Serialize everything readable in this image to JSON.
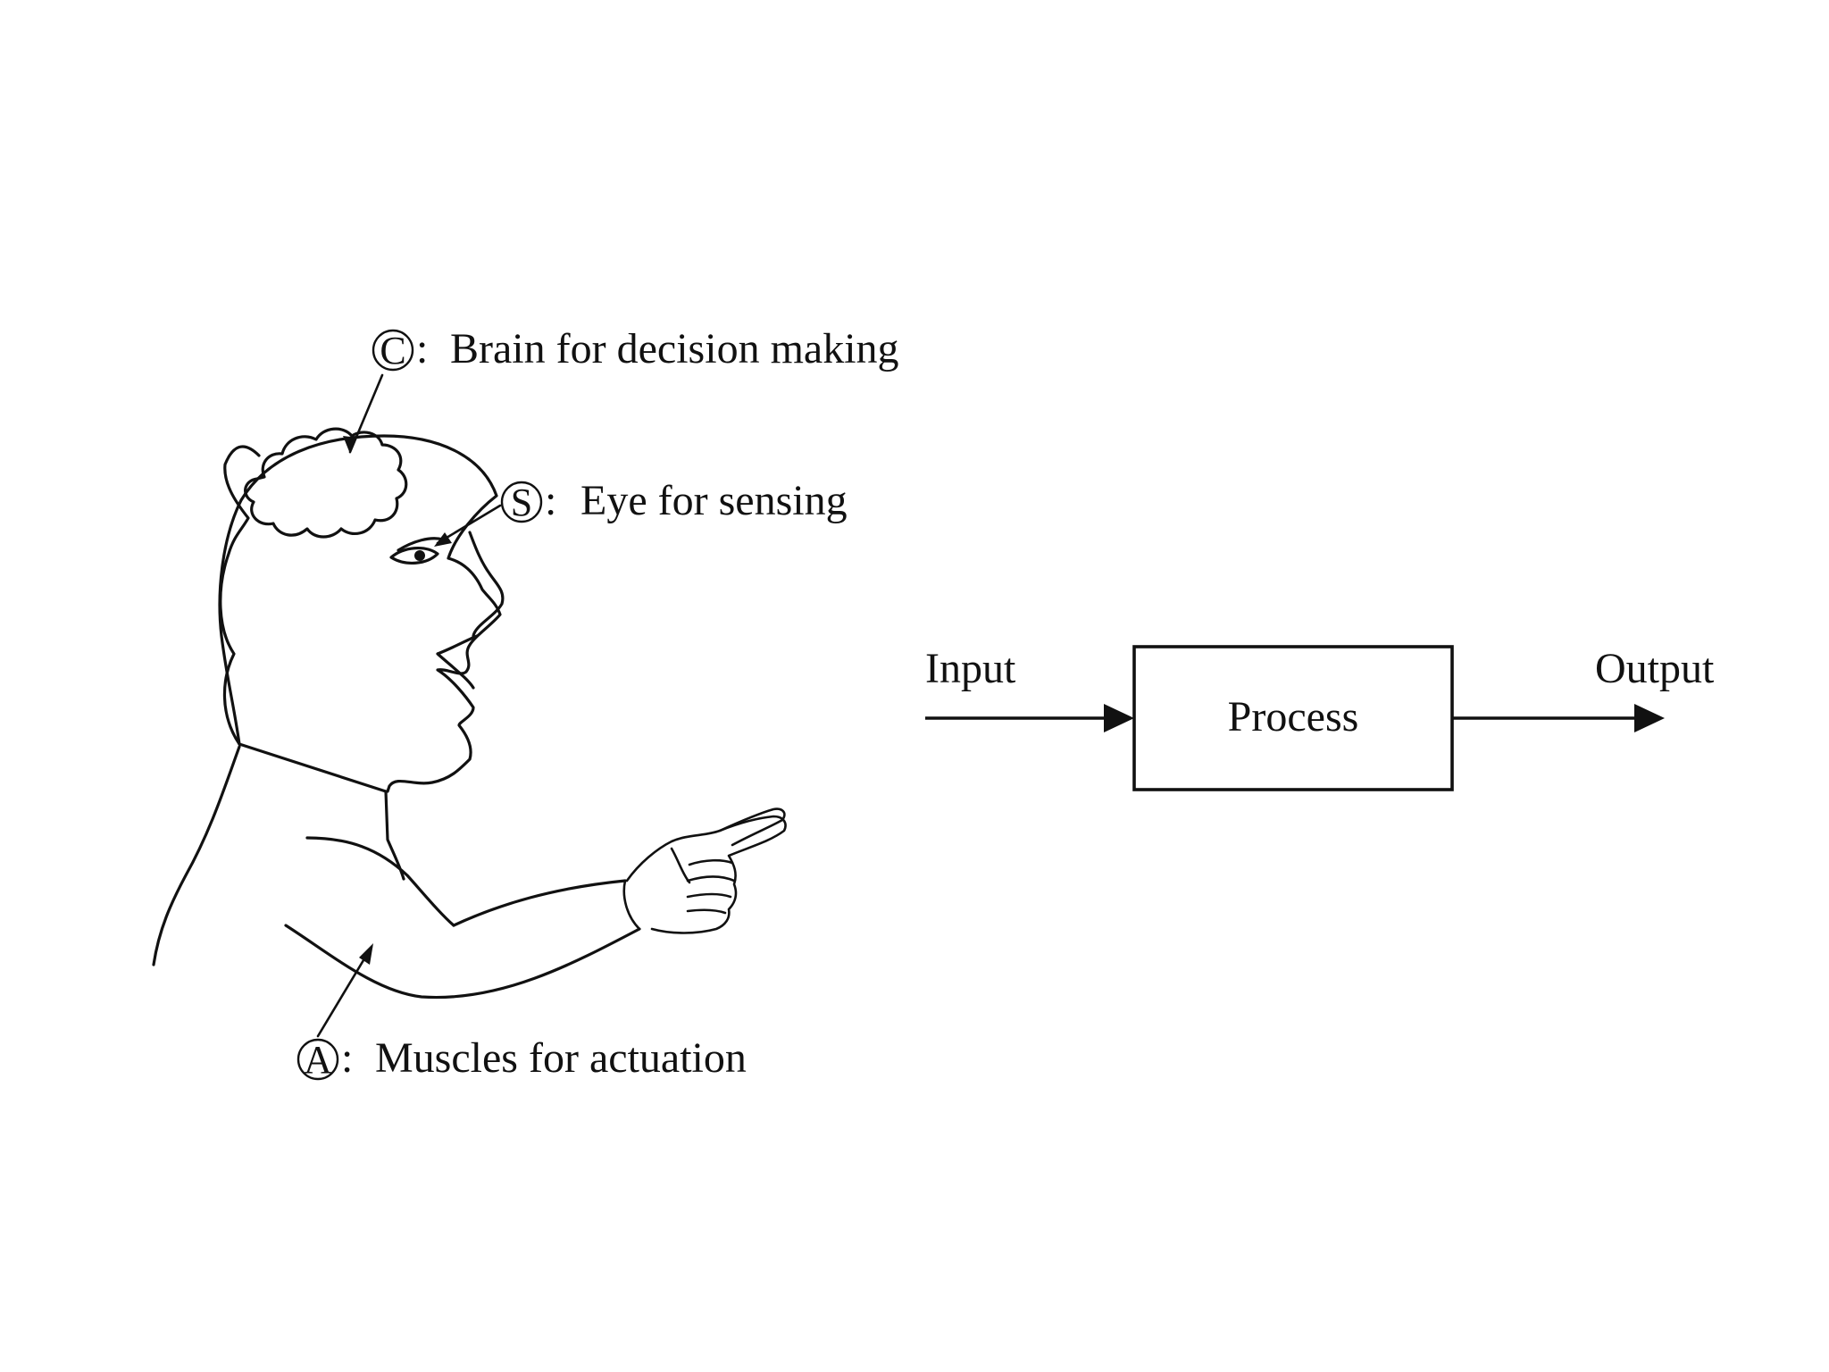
{
  "figure": {
    "left": {
      "callouts": [
        {
          "id": "controller",
          "symbol": "C",
          "separator": ":",
          "text": "Brain for decision making"
        },
        {
          "id": "sensor",
          "symbol": "S",
          "separator": ":",
          "text": "Eye for sensing"
        },
        {
          "id": "actuator",
          "symbol": "A",
          "separator": ":",
          "text": "Muscles for actuation"
        }
      ]
    },
    "right": {
      "input_label": "Input",
      "process_label": "Process",
      "output_label": "Output"
    }
  }
}
